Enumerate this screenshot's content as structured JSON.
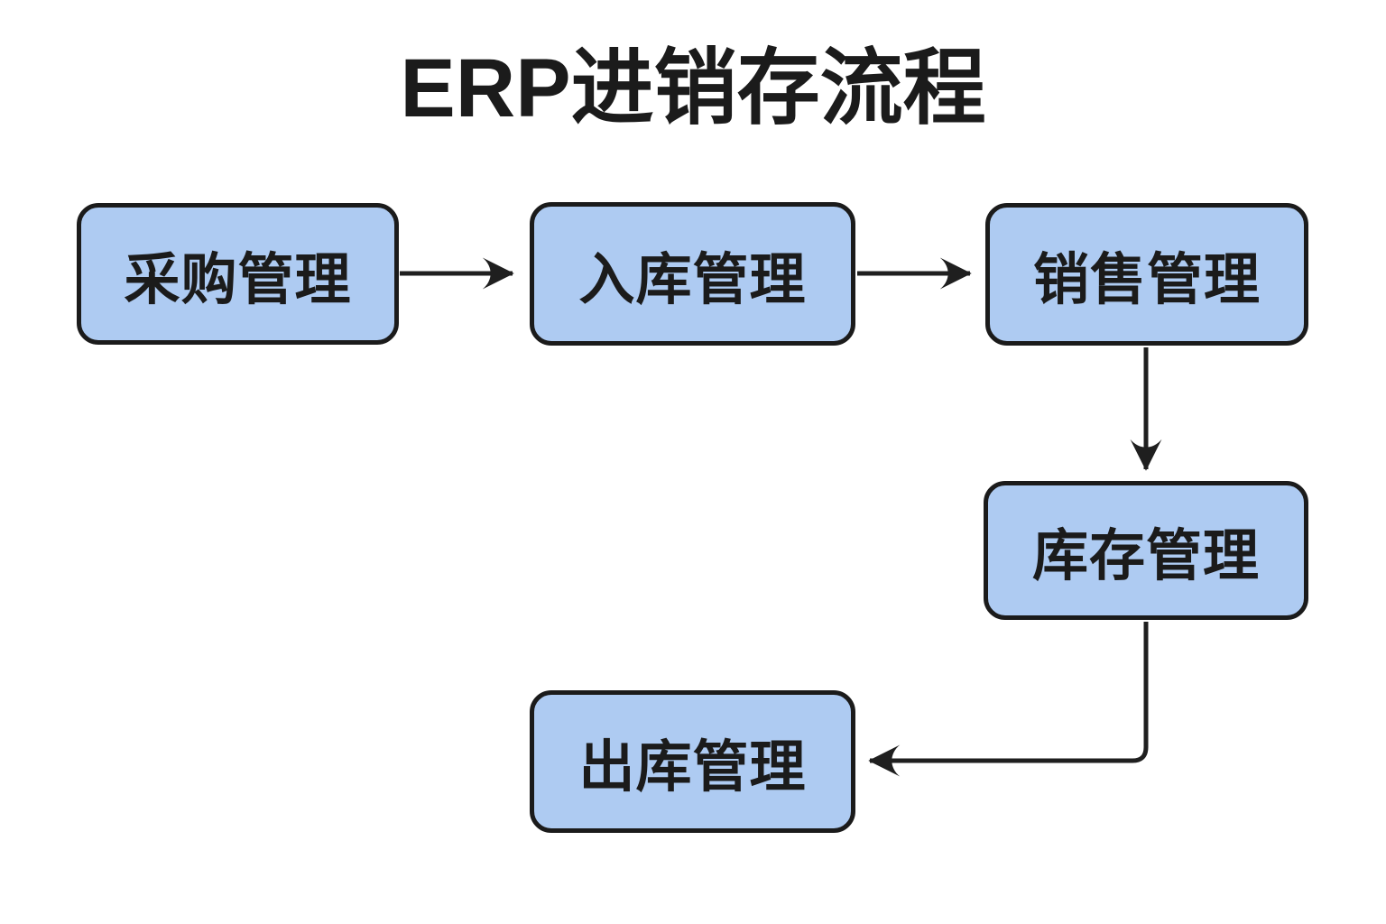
{
  "page": {
    "title": "ERP进销存流程",
    "background_color": "#ffffff"
  },
  "colors": {
    "node_fill": "#aecbf2",
    "node_border": "#1b1b1b",
    "node_text": "#1b1b1b",
    "arrow": "#1f1f1f",
    "title_text": "#1b1b1b"
  },
  "diagram": {
    "type": "flowchart",
    "nodes": [
      {
        "id": "purchase",
        "label": "采购管理"
      },
      {
        "id": "inbound",
        "label": "入库管理"
      },
      {
        "id": "sales",
        "label": "销售管理"
      },
      {
        "id": "inventory",
        "label": "库存管理"
      },
      {
        "id": "outbound",
        "label": "出库管理"
      }
    ],
    "edges": [
      {
        "from": "purchase",
        "to": "inbound",
        "shape": "straight-right"
      },
      {
        "from": "inbound",
        "to": "sales",
        "shape": "straight-right"
      },
      {
        "from": "sales",
        "to": "inventory",
        "shape": "straight-down"
      },
      {
        "from": "inventory",
        "to": "outbound",
        "shape": "down-then-left"
      }
    ]
  }
}
